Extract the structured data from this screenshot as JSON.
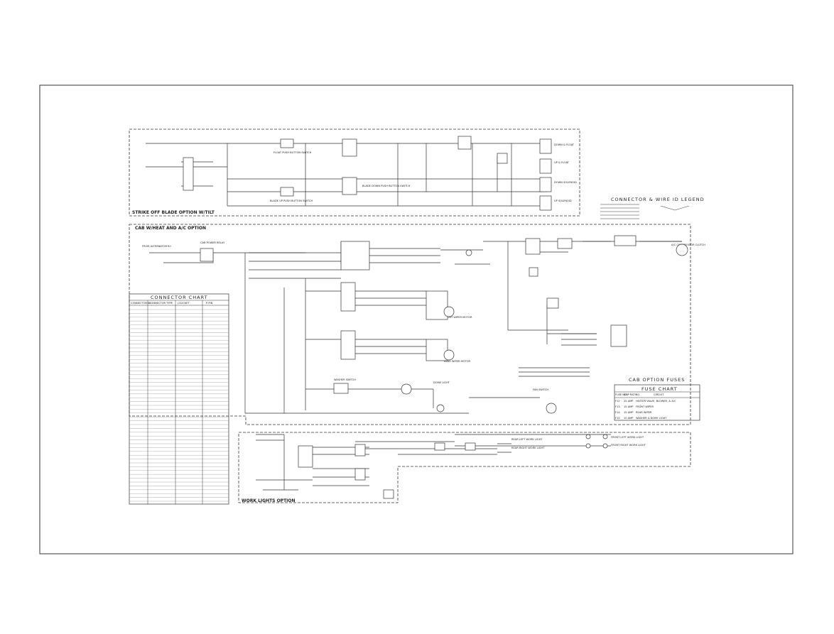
{
  "sections": {
    "strike_off": "STRIKE OFF BLADE OPTION W/TILT",
    "cab_hvac": "CAB W/HEAT AND A/C OPTION",
    "work_lights": "WORK LIGHTS OPTION"
  },
  "legend": {
    "title": "CONNECTOR & WIRE ID LEGEND"
  },
  "connector_chart": {
    "title": "CONNECTOR CHART",
    "columns": [
      "CONNECTOR ID",
      "CONNECTOR TYPE",
      "J-SOCKET",
      "P-PIN"
    ]
  },
  "fuse_chart": {
    "title": "CAB OPTION FUSES",
    "subtitle": "FUSE CHART",
    "columns": [
      "FUSE NO.",
      "AMP RATING",
      "CIRCUIT"
    ],
    "rows": [
      [
        "F12",
        "25 AMP",
        "HEATER VALVE, BLOWER, & A/C"
      ],
      [
        "F13",
        "15 AMP",
        "FRONT WIPER"
      ],
      [
        "F14",
        "15 AMP",
        "REAR WIPER"
      ],
      [
        "F15",
        "10 AMP",
        "WASHER & DOME LIGHT"
      ]
    ]
  },
  "labels": {
    "float_switch": "FLOAT PUSH BUTTON SWITCH",
    "blade_up_switch": "BLADE UP PUSH BUTTON SWITCH",
    "blade_down_switch": "BLADE DOWN PUSH BUTTON SWITCH",
    "cab_power_relay": "CAB POWER RELAY",
    "from_alternator": "FROM ALTERNATOR B+",
    "ac_clutch": "A/C COMPRESSOR CLUTCH",
    "front_wiper_motor": "FRONT WIPER MOTOR",
    "rear_wiper_motor": "REAR WIPER MOTOR",
    "washer_switch": "WASHER SWITCH",
    "dome_light": "DOME LIGHT",
    "fan_switch": "FAN SWITCH",
    "front_left_work": "FRONT LEFT WORK LIGHT",
    "front_right_work": "FRONT RIGHT WORK LIGHT",
    "rear_left_work": "REAR LEFT WORK LIGHT",
    "rear_right_work": "REAR RIGHT WORK LIGHT"
  }
}
